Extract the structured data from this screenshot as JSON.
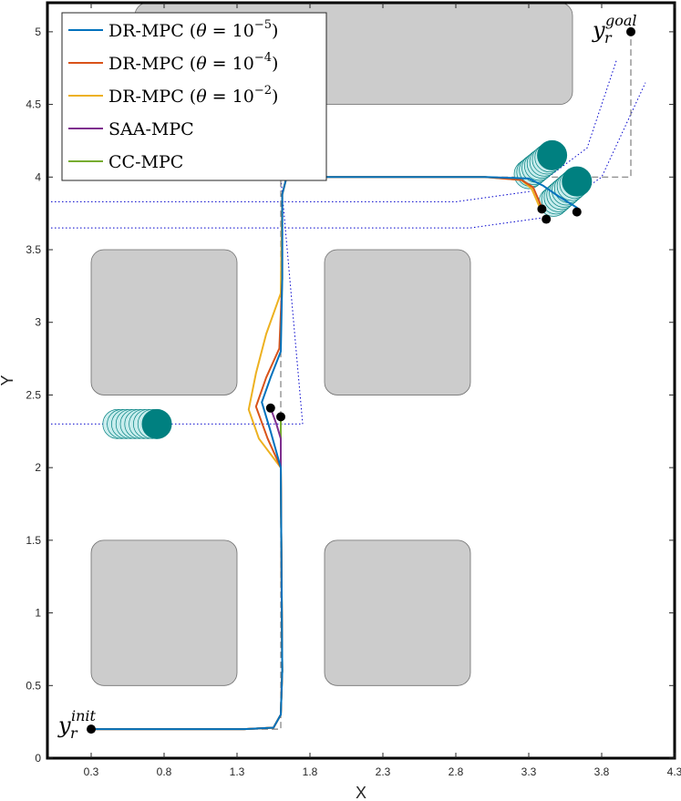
{
  "chart_data": {
    "type": "line",
    "xlabel": "X",
    "ylabel": "Y",
    "xlim": [
      0.0,
      4.3
    ],
    "ylim": [
      0,
      5.2
    ],
    "xticks": [
      0.3,
      0.8,
      1.3,
      1.8,
      2.3,
      2.8,
      3.3,
      3.8,
      4.3
    ],
    "xtick_labels": [
      "0.3",
      "0.8",
      "1.3",
      "1.8",
      "2.3",
      "2.8",
      "3.3",
      "3.8",
      "4.3"
    ],
    "yticks": [
      0,
      0.5,
      1,
      1.5,
      2,
      2.5,
      3,
      3.5,
      4,
      4.5,
      5
    ],
    "ytick_labels": [
      "0",
      "0.5",
      "1",
      "1.5",
      "2",
      "2.5",
      "3",
      "3.5",
      "4",
      "4.5",
      "5"
    ],
    "grid": false,
    "legend_position": "top-left",
    "legend": {
      "entries": [
        {
          "base": "DR-MPC (",
          "var": "θ",
          "eq": " = 10",
          "exp": "−5",
          "close": ")"
        },
        {
          "base": "DR-MPC (",
          "var": "θ",
          "eq": " = 10",
          "exp": "−4",
          "close": ")"
        },
        {
          "base": "DR-MPC (",
          "var": "θ",
          "eq": " = 10",
          "exp": "−2",
          "close": ")"
        },
        {
          "base": "SAA-MPC",
          "var": "",
          "eq": "",
          "exp": "",
          "close": ""
        },
        {
          "base": "CC-MPC",
          "var": "",
          "eq": "",
          "exp": "",
          "close": ""
        }
      ]
    },
    "annotations": {
      "init": {
        "base": "y",
        "sub": "r",
        "sup": "init",
        "x": 0.3,
        "y": 0.2
      },
      "goal": {
        "base": "y",
        "sub": "r",
        "sup": "goal",
        "x": 4.0,
        "y": 5.0
      }
    },
    "obstacles": [
      {
        "x0": 0.6,
        "x1": 3.6,
        "y0": 4.5,
        "y1": 5.2
      },
      {
        "x0": 0.3,
        "x1": 1.3,
        "y0": 2.5,
        "y1": 3.5
      },
      {
        "x0": 1.9,
        "x1": 2.9,
        "y0": 2.5,
        "y1": 3.5
      },
      {
        "x0": 0.3,
        "x1": 1.3,
        "y0": 0.5,
        "y1": 1.5
      },
      {
        "x0": 1.9,
        "x1": 2.9,
        "y0": 0.5,
        "y1": 1.5
      }
    ],
    "reference_path": [
      [
        0.3,
        0.2
      ],
      [
        1.6,
        0.2
      ],
      [
        1.6,
        4.0
      ],
      [
        4.0,
        4.0
      ],
      [
        4.0,
        5.0
      ]
    ],
    "constraint_boundaries": [
      [
        [
          0.0,
          3.83
        ],
        [
          2.8,
          3.83
        ],
        [
          3.3,
          3.9
        ],
        [
          3.7,
          4.2
        ],
        [
          3.9,
          4.8
        ]
      ],
      [
        [
          0.0,
          3.65
        ],
        [
          2.9,
          3.65
        ],
        [
          3.4,
          3.72
        ],
        [
          3.8,
          4.0
        ],
        [
          4.1,
          4.65
        ]
      ],
      [
        [
          0.0,
          2.3
        ],
        [
          1.75,
          2.3
        ],
        [
          1.6,
          4.0
        ]
      ]
    ],
    "moving_obstacles": [
      {
        "name": "pedestrian-left",
        "x_from": 0.48,
        "x_to": 0.75,
        "y": 2.3
      },
      {
        "name": "pedestrian-upper",
        "x_from": 3.3,
        "x_to": 3.46,
        "y_from": 4.02,
        "y_to": 4.15
      },
      {
        "name": "pedestrian-lower",
        "x_from": 3.47,
        "x_to": 3.63,
        "y_from": 3.83,
        "y_to": 3.97
      }
    ],
    "markers": [
      [
        0.3,
        0.2
      ],
      [
        4.0,
        5.0
      ],
      [
        1.53,
        2.41
      ],
      [
        1.6,
        2.35
      ],
      [
        3.39,
        3.78
      ],
      [
        3.42,
        3.71
      ],
      [
        3.63,
        3.76
      ]
    ],
    "series": [
      {
        "name": "DR-MPC (θ = 10^-5)",
        "color": "#0072BD",
        "points": [
          [
            0.3,
            0.2
          ],
          [
            1.35,
            0.2
          ],
          [
            1.55,
            0.21
          ],
          [
            1.6,
            0.3
          ],
          [
            1.61,
            0.6
          ],
          [
            1.6,
            2.0
          ],
          [
            1.53,
            2.25
          ],
          [
            1.47,
            2.45
          ],
          [
            1.53,
            2.62
          ],
          [
            1.6,
            2.8
          ],
          [
            1.61,
            3.3
          ],
          [
            1.61,
            3.88
          ],
          [
            1.64,
            4.0
          ],
          [
            1.8,
            4.0
          ],
          [
            3.0,
            4.0
          ],
          [
            3.3,
            3.99
          ],
          [
            3.4,
            3.94
          ],
          [
            3.5,
            3.87
          ],
          [
            3.63,
            3.79
          ]
        ]
      },
      {
        "name": "DR-MPC (θ = 10^-4)",
        "color": "#D95319",
        "points": [
          [
            0.3,
            0.2
          ],
          [
            1.35,
            0.2
          ],
          [
            1.55,
            0.21
          ],
          [
            1.6,
            0.3
          ],
          [
            1.61,
            0.6
          ],
          [
            1.6,
            2.0
          ],
          [
            1.51,
            2.2
          ],
          [
            1.43,
            2.42
          ],
          [
            1.5,
            2.62
          ],
          [
            1.59,
            2.82
          ],
          [
            1.61,
            3.3
          ],
          [
            1.61,
            3.88
          ],
          [
            1.64,
            4.0
          ],
          [
            1.8,
            4.0
          ],
          [
            3.0,
            4.0
          ],
          [
            3.25,
            3.98
          ],
          [
            3.33,
            3.93
          ],
          [
            3.39,
            3.79
          ]
        ]
      },
      {
        "name": "DR-MPC (θ = 10^-2)",
        "color": "#EDB120",
        "points": [
          [
            0.3,
            0.2
          ],
          [
            1.35,
            0.2
          ],
          [
            1.55,
            0.21
          ],
          [
            1.6,
            0.3
          ],
          [
            1.61,
            0.6
          ],
          [
            1.6,
            2.0
          ],
          [
            1.45,
            2.2
          ],
          [
            1.38,
            2.4
          ],
          [
            1.43,
            2.65
          ],
          [
            1.5,
            2.92
          ],
          [
            1.6,
            3.2
          ],
          [
            1.61,
            3.88
          ],
          [
            1.64,
            4.0
          ],
          [
            1.8,
            4.0
          ],
          [
            3.0,
            4.0
          ],
          [
            3.25,
            3.98
          ],
          [
            3.32,
            3.92
          ],
          [
            3.38,
            3.78
          ]
        ]
      },
      {
        "name": "SAA-MPC",
        "color": "#7E2F8E",
        "points": [
          [
            0.3,
            0.2
          ],
          [
            1.35,
            0.2
          ],
          [
            1.55,
            0.21
          ],
          [
            1.6,
            0.3
          ],
          [
            1.61,
            0.6
          ],
          [
            1.6,
            2.0
          ],
          [
            1.6,
            2.2
          ],
          [
            1.57,
            2.3
          ],
          [
            1.53,
            2.41
          ]
        ]
      },
      {
        "name": "CC-MPC",
        "color": "#77AC30",
        "points": [
          [
            0.3,
            0.2
          ],
          [
            1.35,
            0.2
          ],
          [
            1.55,
            0.21
          ],
          [
            1.6,
            0.3
          ],
          [
            1.61,
            0.6
          ],
          [
            1.6,
            2.0
          ],
          [
            1.6,
            2.35
          ]
        ]
      }
    ]
  },
  "colors": {
    "obstacle_fill": "#cccccc",
    "obstacle_edge": "#6e6e6e",
    "boundary": "#0000cc",
    "reference": "#7f7f7f",
    "pedestrian": "#008080",
    "pedestrian_ghost": "#c8ecec",
    "marker": "#000000"
  }
}
